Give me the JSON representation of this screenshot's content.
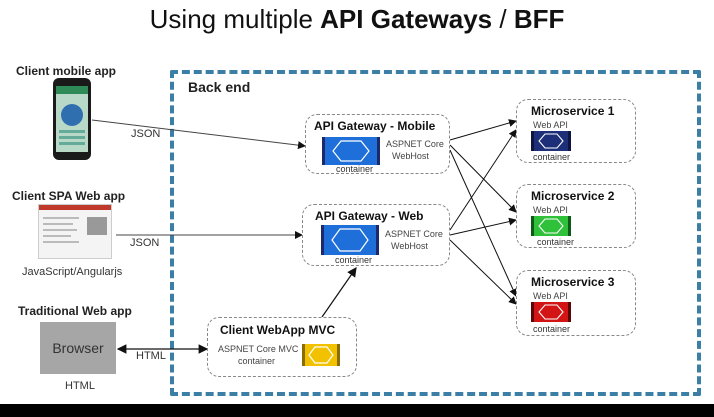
{
  "title": {
    "prefix": "Using multiple ",
    "bold1": "API Gateways",
    "sep": " / ",
    "bold2": "BFF"
  },
  "backend": {
    "label": "Back end"
  },
  "clients": {
    "mobile": {
      "label": "Client mobile app",
      "protocol": "JSON"
    },
    "spa": {
      "label": "Client SPA Web app",
      "caption": "JavaScript/Angularjs",
      "protocol": "JSON"
    },
    "traditional": {
      "label": "Traditional Web app",
      "browser": "Browser",
      "caption": "HTML",
      "protocol": "HTML"
    }
  },
  "gateways": {
    "mobile": {
      "title": "API Gateway - Mobile",
      "sub1": "ASPNET Core",
      "sub2": "WebHost",
      "container": "container",
      "color": "#1e6fd9"
    },
    "web": {
      "title": "API Gateway - Web",
      "sub1": "ASPNET Core",
      "sub2": "WebHost",
      "container": "container",
      "color": "#1e6fd9"
    }
  },
  "mvc": {
    "title": "Client WebApp MVC",
    "sub1": "ASPNET Core MVC",
    "sub2": "container",
    "color": "#f2c200"
  },
  "microservices": [
    {
      "title": "Microservice 1",
      "api": "Web API",
      "container": "container",
      "color": "#1c2f78"
    },
    {
      "title": "Microservice 2",
      "api": "Web API",
      "container": "container",
      "color": "#2fc13a"
    },
    {
      "title": "Microservice 3",
      "api": "Web API",
      "container": "container",
      "color": "#d21414"
    }
  ]
}
